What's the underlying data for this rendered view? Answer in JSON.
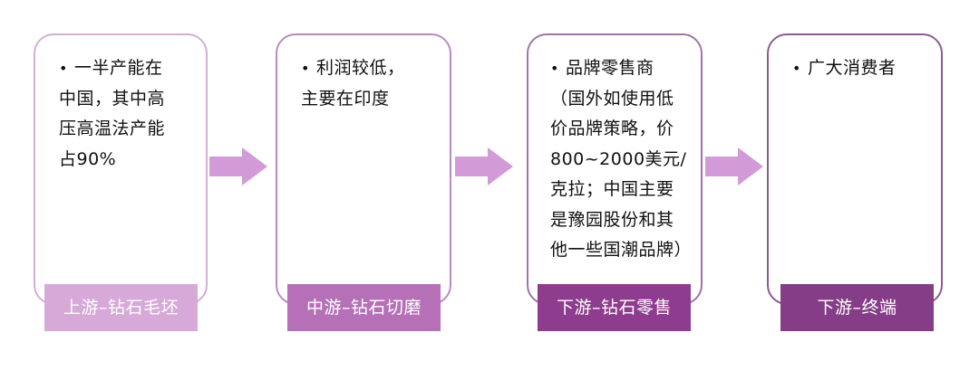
{
  "stages": [
    {
      "label": "上游–钻石毛坯",
      "bullet": "•",
      "text": "一半产能在\n中国，其中高\n压高温法产能\n占90%"
    },
    {
      "label": "中游–钻石切磨",
      "bullet": "•",
      "text": "利润较低，\n主要在印度"
    },
    {
      "label": "下游–钻石零售",
      "bullet": "•",
      "text": "品牌零售商\n（国外如使用低\n价品牌策略，价\n800~2000美元/\n克拉；中国主要\n是豫园股份和其\n他一些国潮品牌）"
    },
    {
      "label": "下游–终端",
      "bullet": "•",
      "text": "广大消费者"
    }
  ],
  "colors": {
    "arrow": "#d39ad8",
    "label_1": "#d6a9d8",
    "label_2": "#b570b8",
    "label_3": "#8e3d8e",
    "label_4": "#843d86"
  },
  "icons": [
    "right-arrow-icon"
  ]
}
